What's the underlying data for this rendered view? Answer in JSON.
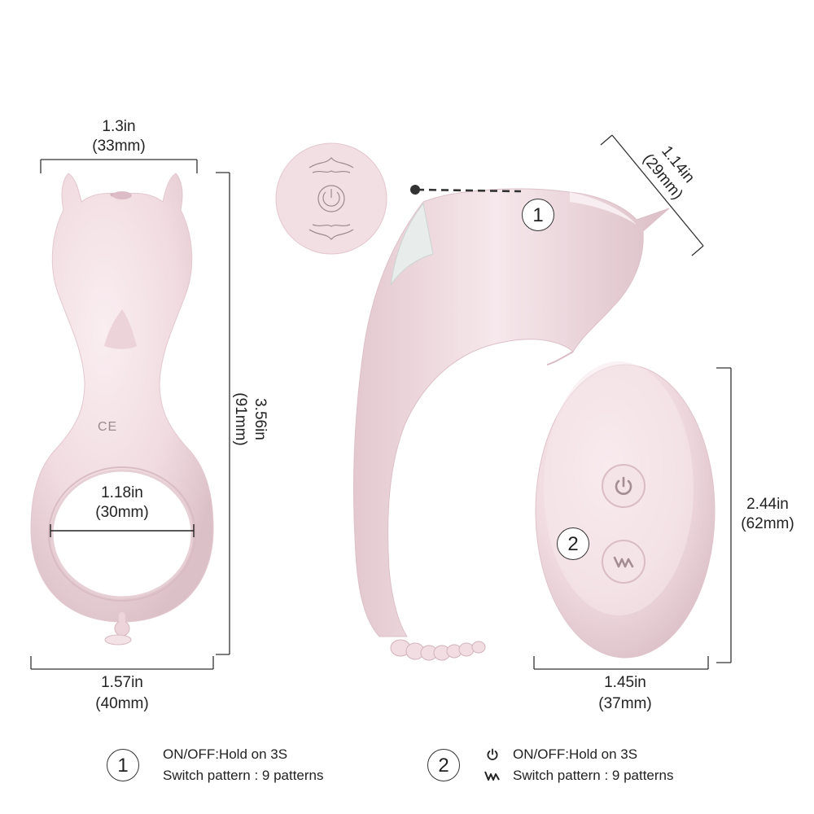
{
  "ring": {
    "top_width": "1.3in",
    "top_width_mm": "(33mm)",
    "height": "3.56in",
    "height_mm": "(91mm)",
    "inner": "1.18in",
    "inner_mm": "(30mm)",
    "bottom_width": "1.57in",
    "bottom_width_mm": "(40mm)",
    "marks": "CE"
  },
  "vibrator": {
    "tip_width": "1.14in",
    "tip_width_mm": "(29mm)",
    "callout_number": "1"
  },
  "remote": {
    "height": "2.44in",
    "height_mm": "(62mm)",
    "width": "1.45in",
    "width_mm": "(37mm)",
    "callout_number": "2",
    "power_icon": "power-icon",
    "wave_icon": "wave-icon"
  },
  "legend": [
    {
      "number": "1",
      "line1": "ON/OFF:Hold on 3S",
      "line2": "Switch pattern : 9 patterns"
    },
    {
      "number": "2",
      "line1": "ON/OFF:Hold on 3S",
      "line2": "Switch pattern : 9 patterns"
    }
  ],
  "colors": {
    "product_pink": "#f1dde2",
    "product_shadow": "#d9bcc4",
    "line": "#333333"
  }
}
